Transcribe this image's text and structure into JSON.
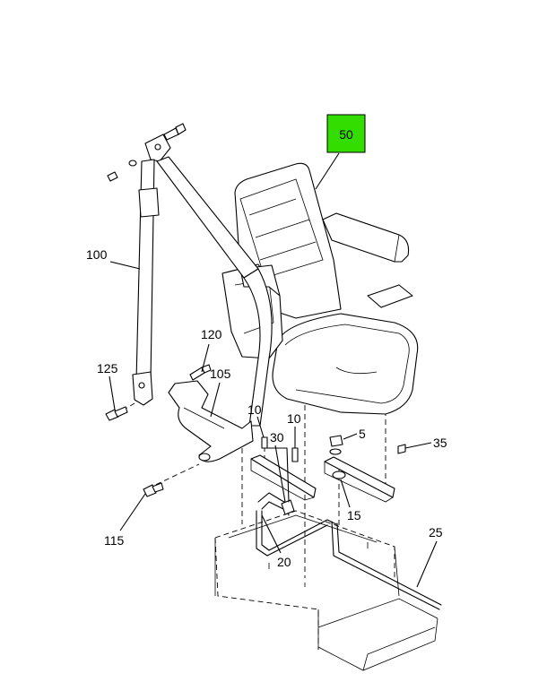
{
  "callouts": [
    {
      "id": "50",
      "label": "50",
      "highlighted": true,
      "highlight_color": "#33dd00"
    },
    {
      "id": "100",
      "label": "100"
    },
    {
      "id": "120",
      "label": "120"
    },
    {
      "id": "105",
      "label": "105"
    },
    {
      "id": "125",
      "label": "125"
    },
    {
      "id": "10a",
      "label": "10"
    },
    {
      "id": "10b",
      "label": "10"
    },
    {
      "id": "30",
      "label": "30"
    },
    {
      "id": "5",
      "label": "5"
    },
    {
      "id": "35",
      "label": "35"
    },
    {
      "id": "15",
      "label": "15"
    },
    {
      "id": "115",
      "label": "115"
    },
    {
      "id": "25",
      "label": "25"
    },
    {
      "id": "20",
      "label": "20"
    }
  ]
}
